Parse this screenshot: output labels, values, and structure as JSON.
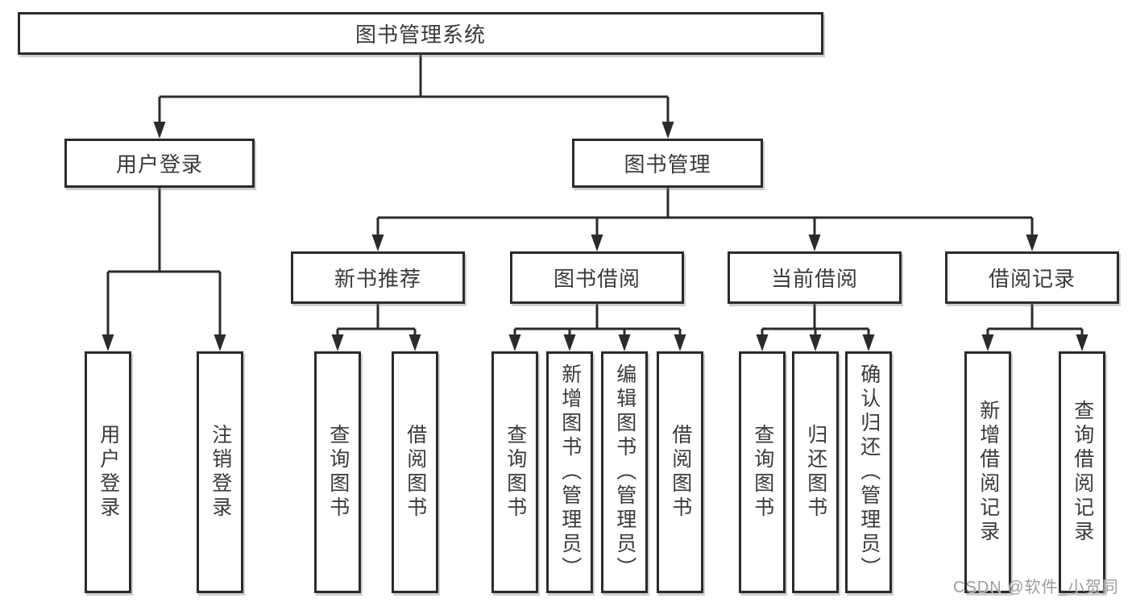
{
  "tree": {
    "root": "图书管理系统",
    "branches": [
      {
        "label": "用户登录",
        "children": [
          "用户登录",
          "注销登录"
        ]
      },
      {
        "label": "图书管理",
        "sections": [
          {
            "label": "新书推荐",
            "children": [
              "查询图书",
              "借阅图书"
            ]
          },
          {
            "label": "图书借阅",
            "children": [
              "查询图书",
              "新增图书（管理员）",
              "编辑图书（管理员）",
              "借阅图书"
            ]
          },
          {
            "label": "当前借阅",
            "children": [
              "查询图书",
              "归还图书",
              "确认归还（管理员）"
            ]
          },
          {
            "label": "借阅记录",
            "children": [
              "新增借阅记录",
              "查询借阅记录"
            ]
          }
        ]
      }
    ]
  },
  "colors": {
    "line": "#2b2b2b",
    "border": "#2b2b2b",
    "text": "#3a3a3a",
    "watermark": "#9c9c9c"
  },
  "watermark": "CSDN @软件_小贺同学"
}
